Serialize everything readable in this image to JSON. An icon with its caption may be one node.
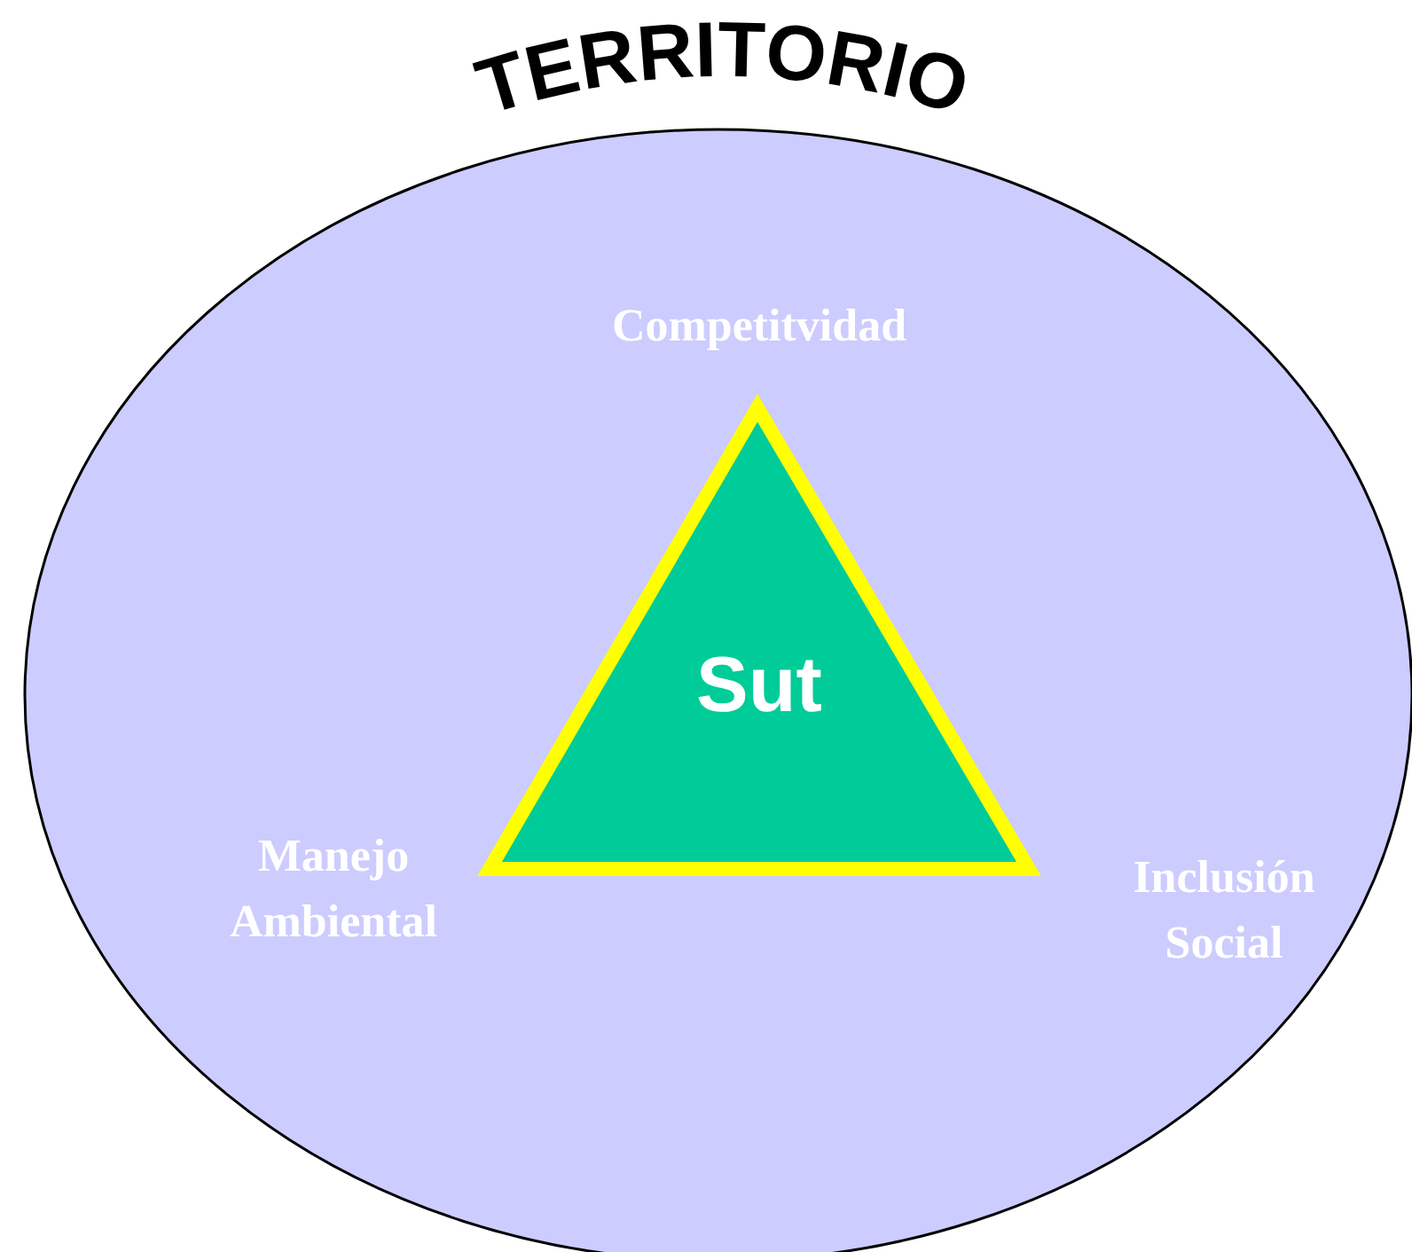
{
  "diagram": {
    "nodes": [
      {
        "text": [
          "TERRITORIO"
        ]
      },
      {
        "text": [
          "Sut"
        ],
        "in": 0
      }
    ],
    "labels": [
      "Competitvidad",
      "Manejo Ambiental",
      "Inclusión Social"
    ]
  }
}
